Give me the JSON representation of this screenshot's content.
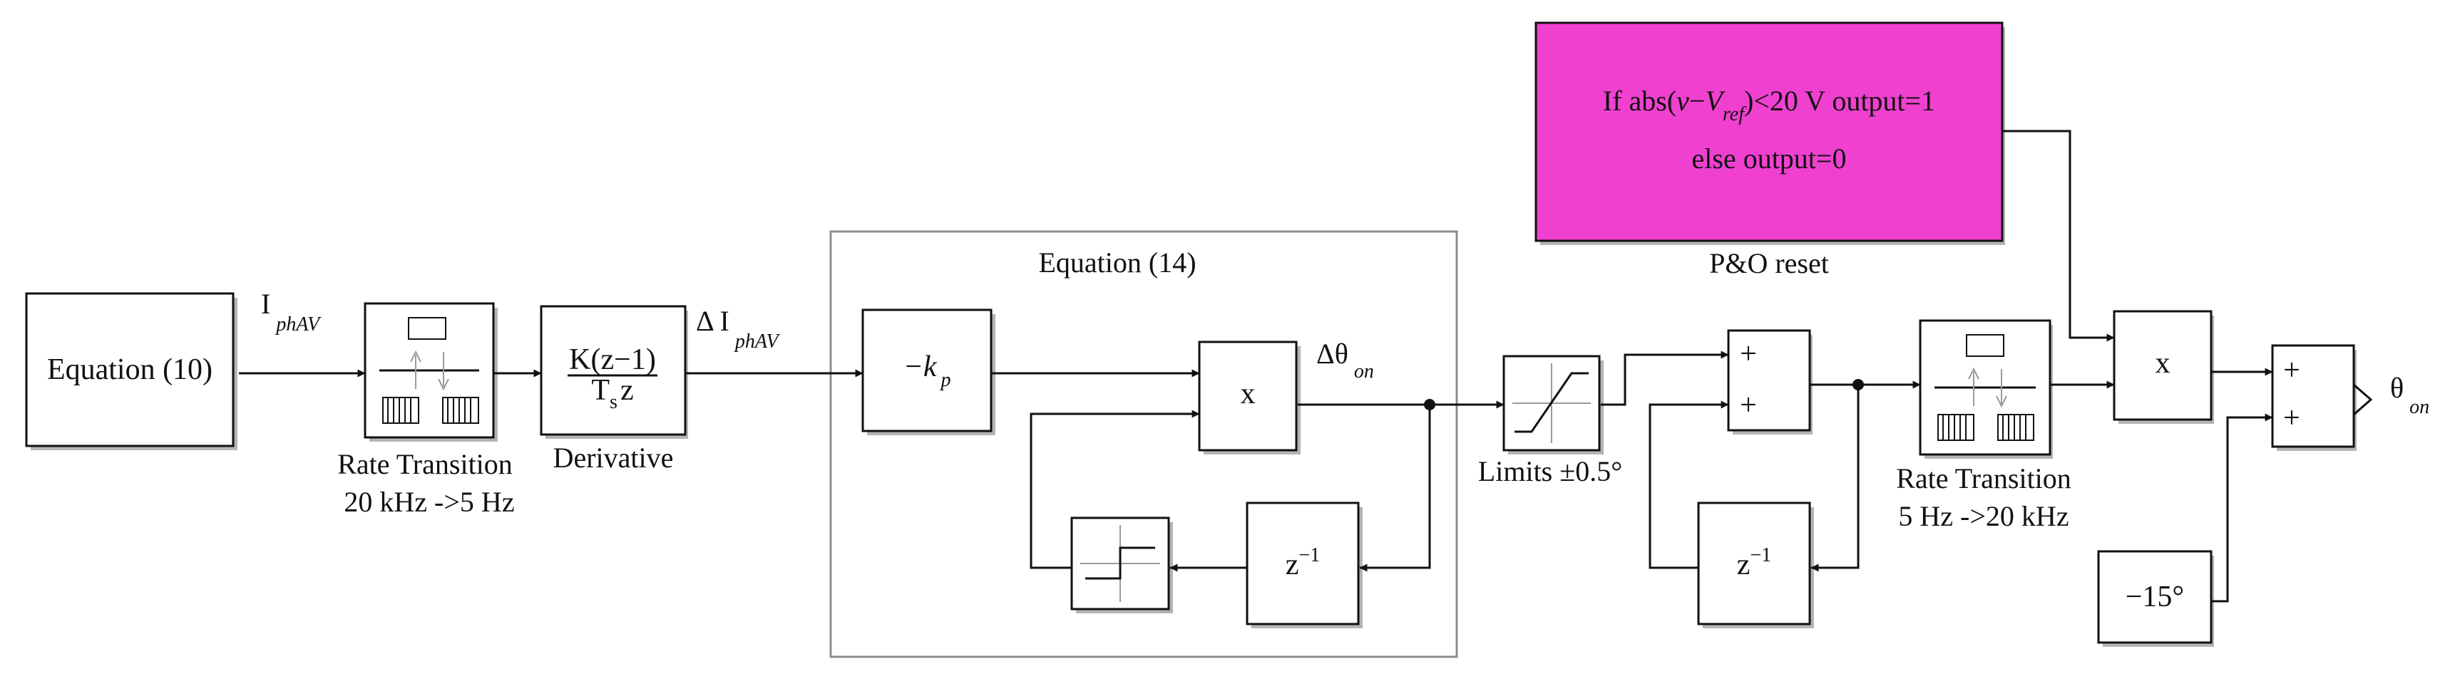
{
  "colors": {
    "reset_block": "#f040d0",
    "stroke": "#111111",
    "shadow": "#b4b4b4",
    "frame": "#8c8c8c"
  },
  "blocks": {
    "equation10": {
      "text": "Equation (10)"
    },
    "rate_transition_1": {
      "label_line1": "Rate Transition",
      "label_line2": "20 kHz ->5 Hz"
    },
    "derivative": {
      "num": "K(z−1)",
      "den_main": "T",
      "den_sub": "s",
      "den_rest": "z",
      "label": "Derivative"
    },
    "equation14_group": {
      "title": "Equation (14)"
    },
    "gain_kp": {
      "prefix": "−k",
      "sub": "p"
    },
    "product_1": {
      "text": "x"
    },
    "sign": {
      "icon": "sign-icon"
    },
    "delay_1": {
      "base": "z",
      "exp": "−1"
    },
    "limits": {
      "label": "Limits ±0.5°"
    },
    "sum_1": {
      "sign_top": "+",
      "sign_bottom": "+"
    },
    "delay_2": {
      "base": "z",
      "exp": "−1"
    },
    "po_reset": {
      "line1_pre": "If abs(",
      "line1_v": "v",
      "line1_minus": "−",
      "line1_V": "V",
      "line1_sub": "ref",
      "line1_post": ")<20 V output=1",
      "line2": "else output=0",
      "label": "P&O reset"
    },
    "rate_transition_2": {
      "label_line1": "Rate Transition",
      "label_line2": "5 Hz ->20 kHz"
    },
    "product_2": {
      "text": "x"
    },
    "const_m15": {
      "text": "−15°"
    },
    "sum_2": {
      "sign_top": "+",
      "sign_bottom": "+"
    }
  },
  "signals": {
    "i_phav": {
      "main": "I",
      "sub": "phAV"
    },
    "delta_i_phav": {
      "main": "Δ I",
      "sub": "phAV"
    },
    "delta_theta_on": {
      "main": "Δθ",
      "sub": "on"
    },
    "theta_on": {
      "main": "θ",
      "sub": "on"
    }
  }
}
